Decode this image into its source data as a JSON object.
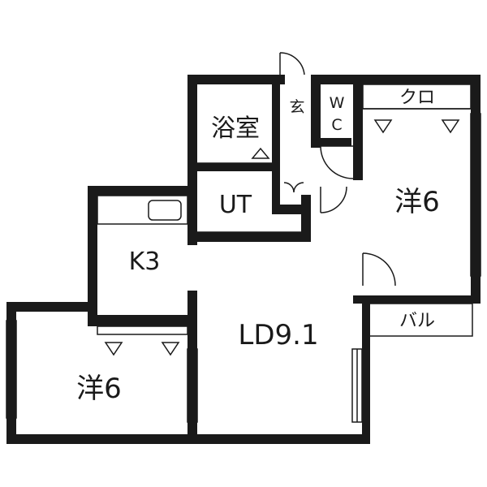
{
  "rooms": {
    "bath": "浴室",
    "entrance": "玄",
    "wc_top": "W",
    "wc_bottom": "C",
    "ut": "UT",
    "kitchen": "K3",
    "ld": "LD9.1",
    "western_left": "洋6",
    "western_right": "洋6",
    "closet": "クロ",
    "balcony": "バル"
  }
}
